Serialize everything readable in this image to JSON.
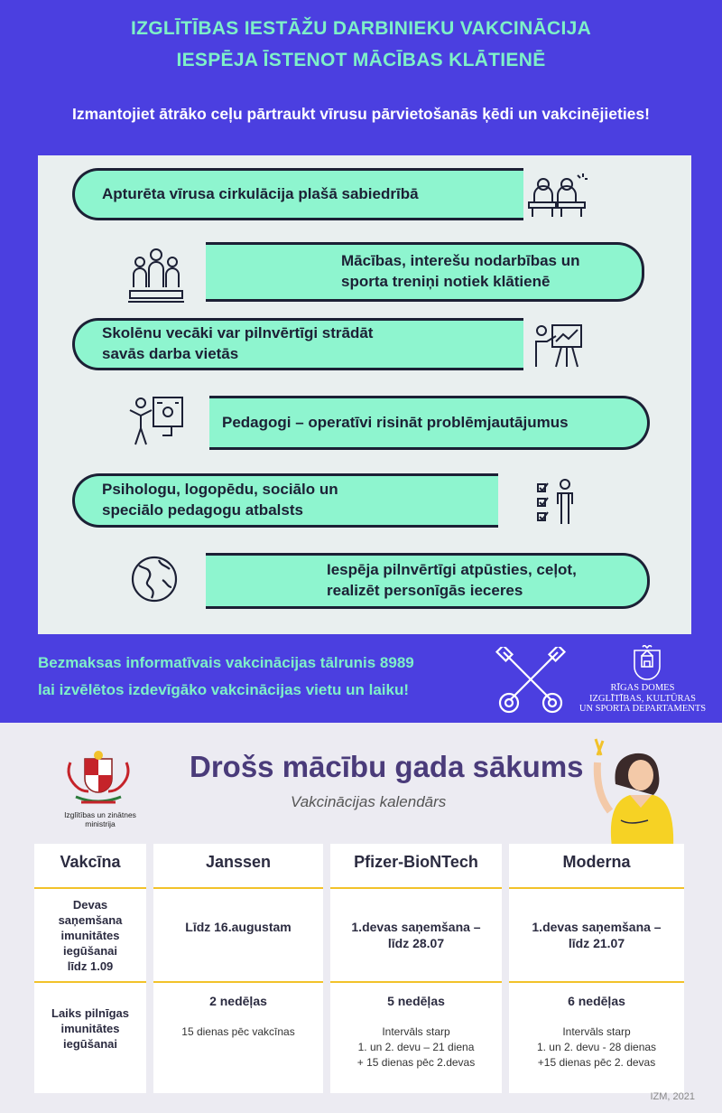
{
  "top": {
    "title_line1": "IZGLĪTĪBAS IESTĀŽU DARBINIEKU VAKCINĀCIJA",
    "title_line2": "IESPĒJA ĪSTENOT MĀCĪBAS KLĀTIENĒ",
    "subtitle": "Izmantojiet ātrāko ceļu pārtraukt vīrusu pārvietošanās ķēdi un vakcinējieties!",
    "benefits": [
      {
        "text": "Apturēta vīrusa cirkulācija plašā sabiedrībā",
        "icon": "classroom-desks-icon"
      },
      {
        "text": "Mācības, interešu nodarbības un\nsporta treniņi notiek klātienē",
        "icon": "group-podium-icon"
      },
      {
        "text": "Skolēnu vecāki var pilnvērtīgi strādāt\nsavās darba vietās",
        "icon": "presentation-board-icon"
      },
      {
        "text": "Pedagogi – operatīvi risināt problēmjautājumus",
        "icon": "teacher-board-icon"
      },
      {
        "text": "Psihologu, logopēdu, sociālo un\nspeciālo pedagogu atbalsts",
        "icon": "checklist-person-icon"
      },
      {
        "text": "Iespēja pilnvērtīgi atpūsties, ceļot,\nrealizēt personīgās ieceres",
        "icon": "globe-icon"
      }
    ],
    "phone_line1": "Bezmaksas informatīvais vakcinācijas tālrunis  8989",
    "phone_line2": "lai izvēlētos izdevīgāko vakcinācijas vietu un laiku!",
    "riga_dept": "RĪGAS DOMES\nIZGLĪTĪBAS, KULTŪRAS\nUN SPORTA DEPARTAMENTS"
  },
  "bottom": {
    "ministry": "Izglītības un zinātnes\nministrija",
    "title": "Drošs mācību gada sākums",
    "subtitle": "Vakcinācijas kalendārs",
    "table": {
      "headers": [
        "Vakcīna",
        "Janssen",
        "Pfizer-BioNTech",
        "Moderna"
      ],
      "row1_label": "Devas\nsaņemšana\nimunitātes\niegūšanai\nlīdz 1.09",
      "row1": [
        "Līdz 16.augustam",
        "1.devas saņemšana –\nlīdz 28.07",
        "1.devas saņemšana –\nlīdz 21.07"
      ],
      "row2_label": "Laiks pilnīgas\nimunitātes\niegūšanai",
      "row2_main": [
        "2 nedēļas",
        "5 nedēļas",
        "6 nedēļas"
      ],
      "row2_note": [
        "15 dienas pēc vakcīnas",
        "Intervāls starp\n1. un 2. devu – 21 diena\n+ 15 dienas pēc 2.devas",
        "Intervāls starp\n1. un 2. devu - 28 dienas\n+15 dienas pēc 2. devas"
      ]
    },
    "credit": "IZM, 2021"
  },
  "colors": {
    "top_bg": "#4b3fe0",
    "accent_mint": "#8ef5cf",
    "title_mint": "#7ef0c8",
    "purple_title": "#4a3b7a",
    "table_line": "#f2c22a"
  }
}
